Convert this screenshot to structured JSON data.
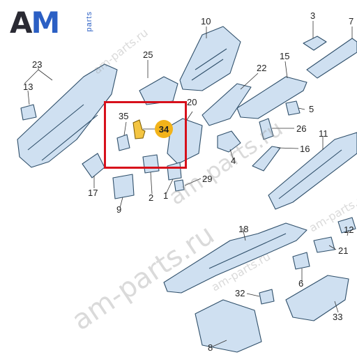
{
  "logo": {
    "main_a": "A",
    "main_m": "M",
    "sub": "parts"
  },
  "watermark": {
    "big": "am-parts.ru",
    "small": "am-parts.ru"
  },
  "highlight": {
    "label": "34",
    "color": "#f2b31a",
    "box_color": "#d7101b"
  },
  "callouts": [
    "1",
    "2",
    "3",
    "4",
    "5",
    "6",
    "7",
    "8",
    "9",
    "10",
    "11",
    "12",
    "13",
    "15",
    "16",
    "17",
    "18",
    "20",
    "21",
    "22",
    "23",
    "25",
    "26",
    "29",
    "32",
    "33",
    "35"
  ],
  "colors": {
    "part_fill": "#cfe0f1",
    "part_stroke": "#2f4f6a",
    "highlight_part": "#f4c542"
  }
}
